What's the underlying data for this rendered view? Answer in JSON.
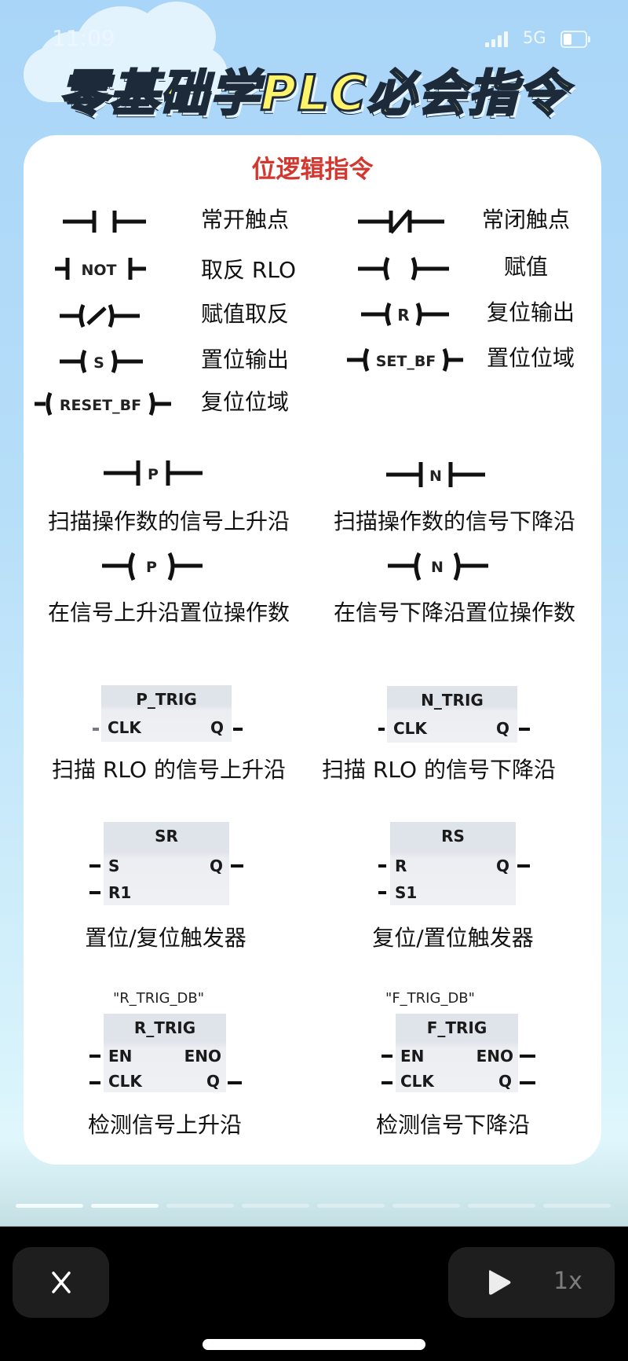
{
  "status_bar": {
    "time": "11:09",
    "network": "5G",
    "signal_icon": "signal-bars-icon",
    "battery_icon": "battery-low-icon"
  },
  "header": {
    "title": "零基础学PLC必会指令"
  },
  "card": {
    "section_title": "位逻辑指令",
    "instructions_grid": [
      {
        "symbol": "-| |-",
        "label": "常开触点"
      },
      {
        "symbol": "-|/|-",
        "label": "常闭触点"
      },
      {
        "symbol": "-|NOT|-",
        "label": "取反 RLO"
      },
      {
        "symbol": "-( )-",
        "label": "赋值"
      },
      {
        "symbol": "-(/)-",
        "label": "赋值取反"
      },
      {
        "symbol": "-(R)-",
        "label": "复位输出"
      },
      {
        "symbol": "-(S)-",
        "label": "置位输出"
      },
      {
        "symbol": "-(SET_BF)-",
        "label": "置位位域"
      },
      {
        "symbol": "-(RESET_BF)-",
        "label": "复位位域"
      }
    ],
    "symbol_text": {
      "not": "NOT",
      "r": "R",
      "s": "S",
      "set_bf": "SET_BF",
      "reset_bf": "RESET_BF",
      "p": "P",
      "n": "N"
    },
    "edge_contacts": [
      {
        "symbol": "-|P|-",
        "label": "扫描操作数的信号上升沿"
      },
      {
        "symbol": "-|N|-",
        "label": "扫描操作数的信号下降沿"
      },
      {
        "symbol": "-(P)-",
        "label": "在信号上升沿置位操作数"
      },
      {
        "symbol": "-(N)-",
        "label": "在信号下降沿置位操作数"
      }
    ],
    "blocks": [
      {
        "name": "P_TRIG",
        "inputs": [
          "CLK"
        ],
        "outputs": [
          "Q"
        ],
        "label": "扫描 RLO 的信号上升沿"
      },
      {
        "name": "N_TRIG",
        "inputs": [
          "CLK"
        ],
        "outputs": [
          "Q"
        ],
        "label": "扫描 RLO 的信号下降沿"
      },
      {
        "name": "SR",
        "inputs": [
          "S",
          "R1"
        ],
        "outputs": [
          "Q"
        ],
        "label": "置位/复位触发器"
      },
      {
        "name": "RS",
        "inputs": [
          "R",
          "S1"
        ],
        "outputs": [
          "Q"
        ],
        "label": "复位/置位触发器"
      },
      {
        "instance": "\"R_TRIG_DB\"",
        "name": "R_TRIG",
        "inputs": [
          "EN",
          "CLK"
        ],
        "outputs": [
          "ENO",
          "Q"
        ],
        "label": "检测信号上升沿"
      },
      {
        "instance": "\"F_TRIG_DB\"",
        "name": "F_TRIG",
        "inputs": [
          "EN",
          "CLK"
        ],
        "outputs": [
          "ENO",
          "Q"
        ],
        "label": "检测信号下降沿"
      }
    ]
  },
  "story_progress": {
    "total_segments": 8,
    "completed_segments": 2
  },
  "controls": {
    "close_icon": "close-icon",
    "play_icon": "play-icon",
    "speed": "1x"
  },
  "colors": {
    "title_fill": "#fff36a",
    "section_title": "#d2382f",
    "background_sky": "#a9d5f8",
    "block_fill": "#e4e7ec"
  }
}
